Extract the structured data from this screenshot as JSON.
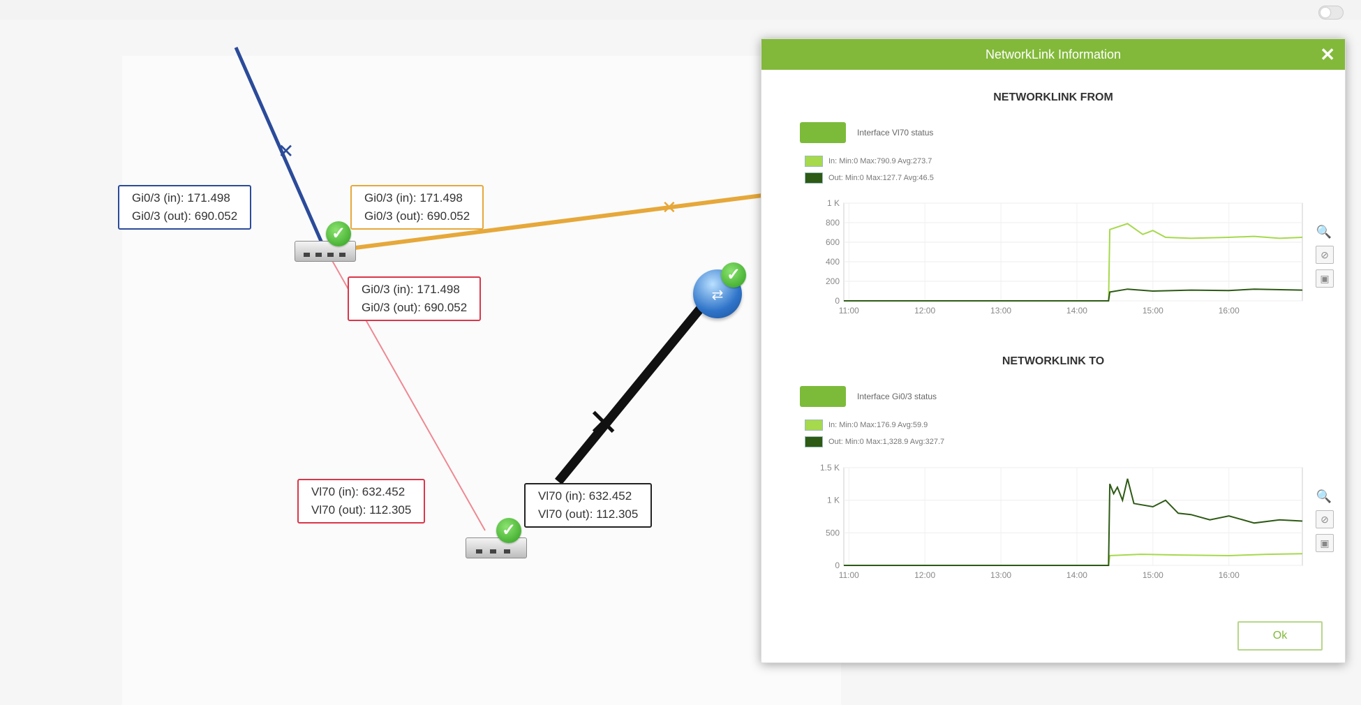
{
  "header": {
    "toggle_state": "off"
  },
  "link_labels": [
    {
      "id": "blue",
      "color": "#2b4b9a",
      "in": "Gi0/3 (in): 171.498",
      "out": "Gi0/3 (out): 690.052"
    },
    {
      "id": "orange",
      "color": "#e6a83a",
      "in": "Gi0/3 (in): 171.498",
      "out": "Gi0/3 (out): 690.052"
    },
    {
      "id": "red",
      "color": "#d9364a",
      "in": "Gi0/3 (in): 171.498",
      "out": "Gi0/3 (out): 690.052"
    },
    {
      "id": "red-lower",
      "color": "#d9364a",
      "in": "Vl70 (in): 632.452",
      "out": "Vl70 (out): 112.305"
    },
    {
      "id": "black",
      "color": "#222222",
      "in": "Vl70 (in): 632.452",
      "out": "Vl70 (out): 112.305"
    }
  ],
  "devices": [
    {
      "type": "switch-icon",
      "status": "ok"
    },
    {
      "type": "switch-icon",
      "status": "ok"
    },
    {
      "type": "router-icon",
      "status": "ok"
    }
  ],
  "modal": {
    "title": "NetworkLink Information",
    "close_icon": "close-icon",
    "ok_label": "Ok",
    "from": {
      "title": "NETWORKLINK FROM",
      "status_label": "Interface Vl70 status",
      "legend": [
        {
          "label": "In: Min:0 Max:790.9 Avg:273.7",
          "color": "#a6d94c"
        },
        {
          "label": "Out: Min:0 Max:127.7 Avg:46.5",
          "color": "#2d5a14"
        }
      ]
    },
    "to": {
      "title": "NETWORKLINK TO",
      "status_label": "Interface Gi0/3 status",
      "legend": [
        {
          "label": "In: Min:0 Max:176.9 Avg:59.9",
          "color": "#a6d94c"
        },
        {
          "label": "Out: Min:0 Max:1,328.9 Avg:327.7",
          "color": "#2d5a14"
        }
      ]
    },
    "tools": [
      "zoom-icon",
      "crossed-graph-icon",
      "image-export-icon"
    ]
  },
  "chart_data": [
    {
      "type": "line",
      "title": "NETWORKLINK FROM",
      "x_ticks": [
        "11:00",
        "12:00",
        "13:00",
        "14:00",
        "15:00",
        "16:00"
      ],
      "y_ticks": [
        "0",
        "200",
        "400",
        "600",
        "800",
        "1 K"
      ],
      "ylim": [
        0,
        1000
      ],
      "xlim": [
        "10:56",
        "16:58"
      ],
      "series": [
        {
          "name": "In",
          "color": "#a6d94c",
          "x": [
            "10:56",
            "14:25",
            "14:26",
            "14:40",
            "14:52",
            "15:00",
            "15:10",
            "15:30",
            "16:00",
            "16:20",
            "16:40",
            "16:58"
          ],
          "y": [
            0,
            0,
            730,
            790,
            680,
            720,
            650,
            640,
            650,
            660,
            640,
            650
          ]
        },
        {
          "name": "Out",
          "color": "#2d5a14",
          "x": [
            "10:56",
            "14:25",
            "14:26",
            "14:40",
            "15:00",
            "15:30",
            "16:00",
            "16:20",
            "16:58"
          ],
          "y": [
            0,
            0,
            90,
            120,
            100,
            110,
            105,
            120,
            110
          ]
        }
      ]
    },
    {
      "type": "line",
      "title": "NETWORKLINK TO",
      "x_ticks": [
        "11:00",
        "12:00",
        "13:00",
        "14:00",
        "15:00",
        "16:00"
      ],
      "y_ticks": [
        "0",
        "500",
        "1 K",
        "1.5 K"
      ],
      "ylim": [
        0,
        1500
      ],
      "xlim": [
        "10:56",
        "16:58"
      ],
      "series": [
        {
          "name": "In",
          "color": "#a6d94c",
          "x": [
            "10:56",
            "14:25",
            "14:26",
            "14:50",
            "15:20",
            "16:00",
            "16:30",
            "16:58"
          ],
          "y": [
            0,
            0,
            150,
            170,
            160,
            150,
            170,
            180
          ]
        },
        {
          "name": "Out",
          "color": "#2d5a14",
          "x": [
            "10:56",
            "14:25",
            "14:26",
            "14:29",
            "14:32",
            "14:36",
            "14:40",
            "14:45",
            "15:00",
            "15:10",
            "15:20",
            "15:30",
            "15:45",
            "16:00",
            "16:20",
            "16:40",
            "16:58"
          ],
          "y": [
            0,
            0,
            1250,
            1100,
            1200,
            1000,
            1330,
            950,
            900,
            1000,
            800,
            780,
            700,
            760,
            650,
            700,
            680
          ]
        }
      ]
    }
  ]
}
